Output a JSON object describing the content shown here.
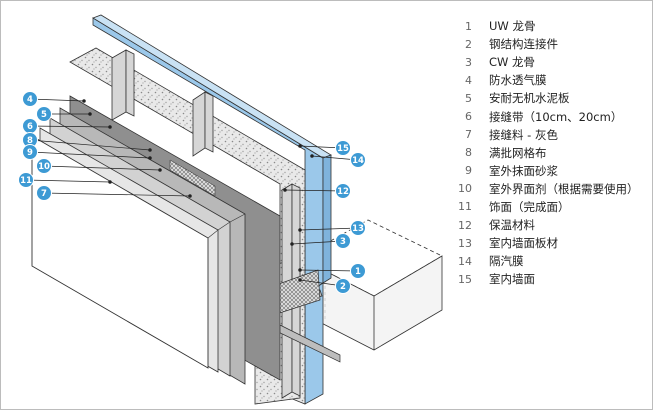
{
  "diagram": {
    "colors": {
      "badge": "#3d9ad4",
      "insulation": "#e9e9e9",
      "gypsum_board": "#9bc8ea",
      "plaster": "#cfcfcf",
      "grey_layer": "#9a9a9a",
      "concrete": "#f4f4f4",
      "line": "#333333"
    },
    "callouts": [
      {
        "num": "1"
      },
      {
        "num": "2"
      },
      {
        "num": "3"
      },
      {
        "num": "4"
      },
      {
        "num": "5"
      },
      {
        "num": "6"
      },
      {
        "num": "7"
      },
      {
        "num": "8"
      },
      {
        "num": "9"
      },
      {
        "num": "10"
      },
      {
        "num": "11"
      },
      {
        "num": "12"
      },
      {
        "num": "13"
      },
      {
        "num": "14"
      },
      {
        "num": "15"
      }
    ]
  },
  "legend": [
    {
      "num": "1",
      "label": "UW 龙骨"
    },
    {
      "num": "2",
      "label": "钢结构连接件"
    },
    {
      "num": "3",
      "label": "CW 龙骨"
    },
    {
      "num": "4",
      "label": "防水透气膜"
    },
    {
      "num": "5",
      "label": "安耐无机水泥板"
    },
    {
      "num": "6",
      "label": "接缝带（10cm、20cm）"
    },
    {
      "num": "7",
      "label": "接缝料 - 灰色"
    },
    {
      "num": "8",
      "label": "满批网格布"
    },
    {
      "num": "9",
      "label": "室外抹面砂浆"
    },
    {
      "num": "10",
      "label": "室外界面剂（根据需要使用）"
    },
    {
      "num": "11",
      "label": "饰面（完成面）"
    },
    {
      "num": "12",
      "label": "保温材料"
    },
    {
      "num": "13",
      "label": "室内墙面板材"
    },
    {
      "num": "14",
      "label": "隔汽膜"
    },
    {
      "num": "15",
      "label": "室内墙面"
    }
  ]
}
